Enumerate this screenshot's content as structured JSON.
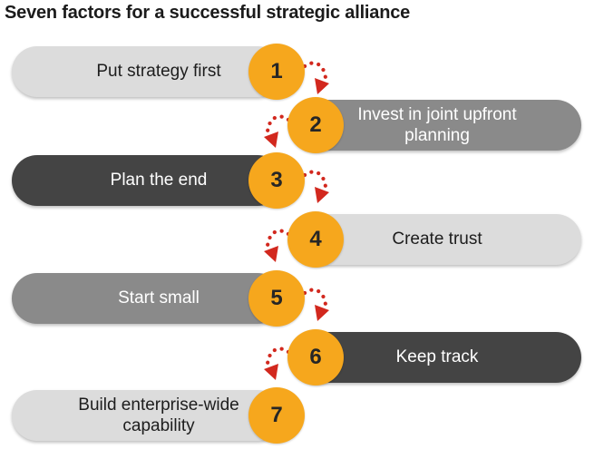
{
  "title": "Seven factors for a successful strategic alliance",
  "colors": {
    "background": "#ffffff",
    "pill_light": "#dcdcdc",
    "pill_medium": "#8a8a8a",
    "pill_dark": "#444444",
    "badge_orange": "#f6a71d",
    "arrow_red": "#d2281e",
    "title_text": "#1b1b1b",
    "pill_text_dark": "#1d1d1d",
    "pill_text_light": "#ffffff",
    "badge_text": "#262626"
  },
  "steps": [
    {
      "number": "1",
      "label": "Put strategy first"
    },
    {
      "number": "2",
      "label": "Invest in joint upfront planning"
    },
    {
      "number": "3",
      "label": "Plan the end"
    },
    {
      "number": "4",
      "label": "Create trust"
    },
    {
      "number": "5",
      "label": "Start small"
    },
    {
      "number": "6",
      "label": "Keep track"
    },
    {
      "number": "7",
      "label": "Build enterprise-wide capability"
    }
  ],
  "arrows": [
    {
      "from": "1",
      "to": "2"
    },
    {
      "from": "2",
      "to": "3"
    },
    {
      "from": "3",
      "to": "4"
    },
    {
      "from": "4",
      "to": "5"
    },
    {
      "from": "5",
      "to": "6"
    },
    {
      "from": "6",
      "to": "7"
    }
  ]
}
